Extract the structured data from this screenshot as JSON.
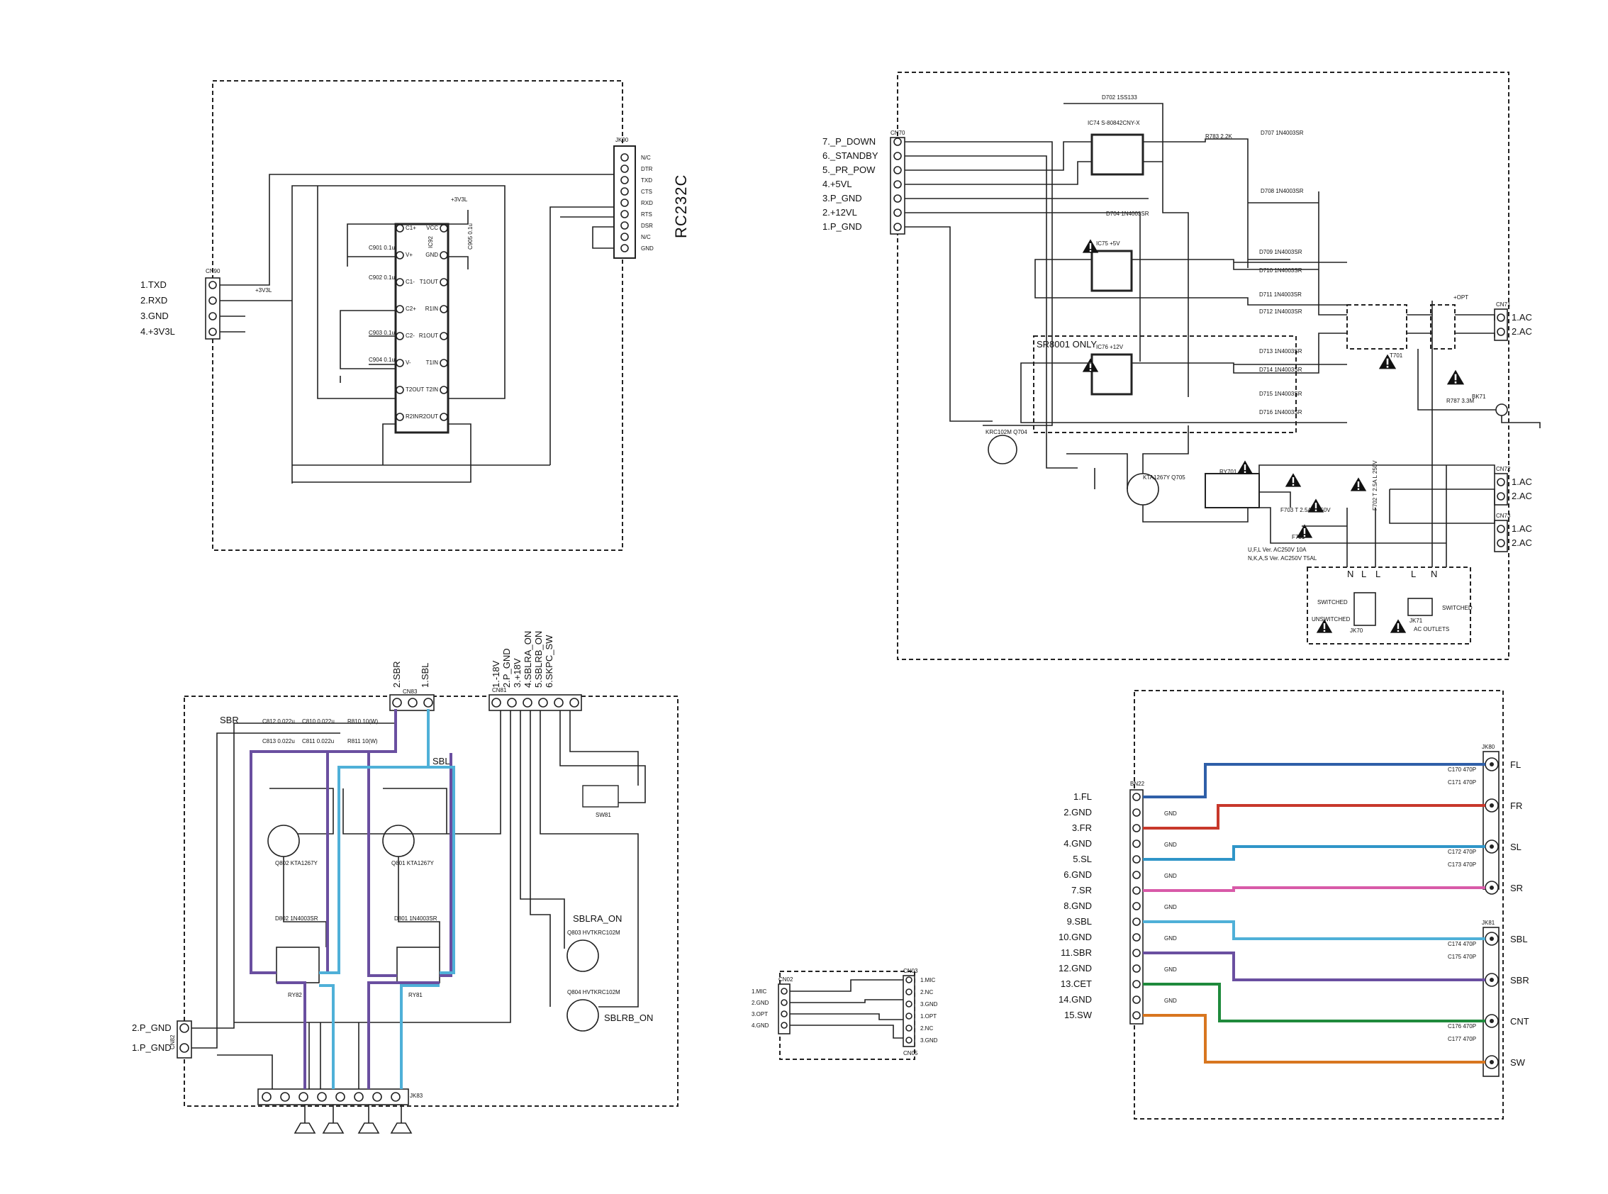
{
  "rs232": {
    "jack_ref": "JK90",
    "jack_title": "RC232C",
    "jack_pins": [
      "N/C",
      "DTR",
      "TXD",
      "CTS",
      "RXD",
      "RTS",
      "DSR",
      "N/C",
      "GND"
    ],
    "connector_ref": "CN90",
    "connector_pins": [
      "1.TXD",
      "2.RXD",
      "3.GND",
      "4.+3V3L"
    ],
    "supply_label": "+3V3L",
    "ic_ref": "IC92",
    "ic_left_pins": [
      "C1+",
      "V+",
      "C1-",
      "C2+",
      "C2-",
      "V-",
      "T2OUT",
      "R2IN"
    ],
    "ic_right_pins": [
      "VCC",
      "GND",
      "T1OUT",
      "R1IN",
      "R1OUT",
      "T1IN",
      "T2IN",
      "R2OUT"
    ],
    "caps": [
      "C901 0.1u",
      "C902 0.1u",
      "C903 0.1u",
      "C904 0.1u",
      "C905 0.1u"
    ]
  },
  "power": {
    "connector_ref": "CN70",
    "connector_pins": [
      "7._P_DOWN",
      "6._STANDBY",
      "5._PR_POW",
      "4.+5VL",
      "3.P_GND",
      "2.+12VL",
      "1.P_GND"
    ],
    "option_label": "SR8001 ONLY",
    "regulators": [
      "IC74 S-80842CNY-X",
      "IC75 +5V",
      "IC76 +12V"
    ],
    "diodes": [
      "D702 1SS133",
      "D704 1N4003SR",
      "D707 1N4003SR",
      "D708 1N4003SR",
      "D709 1N4003SR",
      "D710 1N4003SR",
      "D711 1N4003SR",
      "D712 1N4003SR",
      "D713 1N4003SR",
      "D714 1N4003SR",
      "D715 1N4003SR",
      "D716 1N4003SR"
    ],
    "resistor_r783": "R783 2.2K",
    "transistor_q704": "KRC102M Q704",
    "transistor_q705": "KTA1267Y Q705",
    "relay": "RY701",
    "fuse_f703": "F703 T 2.5A L 250V",
    "fuse_f702": "F702 T 2.5A L 250V",
    "fuse_f701": "F701",
    "fuse_note_1": "U,F,L Ver. AC250V 10A",
    "fuse_note_2": "N,K,A,S Ver. AC250V T5AL",
    "transformer_ref": "T701",
    "ac_connectors": [
      {
        "ref": "CN71",
        "pins": [
          "1.AC",
          "2.AC"
        ]
      },
      {
        "ref": "CN72",
        "pins": [
          "1.AC",
          "2.AC"
        ]
      },
      {
        "ref": "CN73",
        "pins": [
          "1.AC",
          "2.AC"
        ]
      }
    ],
    "bk_label": "BK71",
    "r787": "R787 3.3M",
    "opt_label": "+OPT",
    "outlet_letters_left": [
      "N",
      "L",
      "L"
    ],
    "outlet_letters_right": [
      "L",
      "N"
    ],
    "outlets": {
      "switched": "SWITCHED",
      "unswitched": "UNSWITCHED",
      "jk70": "JK70",
      "jk71": "JK71",
      "ac_outlets": "AC OUTLETS",
      "switched_right": "SWITCHED"
    }
  },
  "surround_back": {
    "sbr_label": "SBR",
    "sbl_label": "SBL",
    "connector_top_ref": "CN83",
    "connector_top_pins": [
      "2.SBR",
      "1.SBL"
    ],
    "connector_ctrl_ref": "CN81",
    "connector_ctrl_pins": [
      "1.-18V",
      "2.P_GND",
      "3.+18V",
      "4.SBLRA_ON",
      "5.SBLRB_ON",
      "6.SKPC_SW"
    ],
    "components": [
      "C812 0.022u",
      "C810 0.022u",
      "R810 10(W)",
      "C813 0.022u",
      "C811 0.022u",
      "R811 10(W)"
    ],
    "transistors": [
      "Q802 KTA1267Y",
      "Q801 KTA1267Y",
      "Q803 HVTKRC102M",
      "Q804 HVTKRC102M"
    ],
    "diodes": [
      "D802 1N4003SR",
      "D801 1N4003SR"
    ],
    "relays": [
      "RY82",
      "RY81"
    ],
    "switch_ref": "SW81",
    "sblra_label": "SBLRA_ON",
    "sblrb_label": "SBLRB_ON",
    "ground_connector_ref": "CN82",
    "ground_connector_pins": [
      "2.P_GND",
      "1.P_GND"
    ],
    "output_ref": "JK83"
  },
  "mic_board": {
    "left_ref": "CN02",
    "left_pins": [
      "1.MIC",
      "2.GND",
      "3.OPT",
      "4.GND"
    ],
    "right_ref": "CN03",
    "right_pins": [
      "1.MIC",
      "2.NC",
      "3.GND",
      "1.OPT",
      "2.NC",
      "3.GND"
    ],
    "right_ref2": "CN05"
  },
  "preout": {
    "connector_ref": "BN22",
    "pins": [
      "1.FL",
      "2.GND",
      "3.FR",
      "4.GND",
      "5.SL",
      "6.GND",
      "7.SR",
      "8.GND",
      "9.SBL",
      "10.GND",
      "11.SBR",
      "12.GND",
      "13.CET",
      "14.GND",
      "15.SW"
    ],
    "gnd_tag": "GND",
    "jack_refs": [
      "JK80",
      "JK81"
    ],
    "outputs": [
      "FL",
      "FR",
      "SL",
      "SR",
      "SBL",
      "SBR",
      "CNT",
      "SW"
    ],
    "caps": [
      "C170 470P",
      "C171 470P",
      "C172 470P",
      "C173 470P",
      "C174 470P",
      "C175 470P",
      "C176 470P",
      "C177 470P"
    ],
    "colors": {
      "FL": "#2f5fa8",
      "FR": "#c8382b",
      "SL": "#2f95c8",
      "SR": "#d85aa8",
      "SBL": "#4fb0d8",
      "SBR": "#6a4fa0",
      "CNT": "#1f8a3c",
      "SW": "#d8761f"
    }
  }
}
